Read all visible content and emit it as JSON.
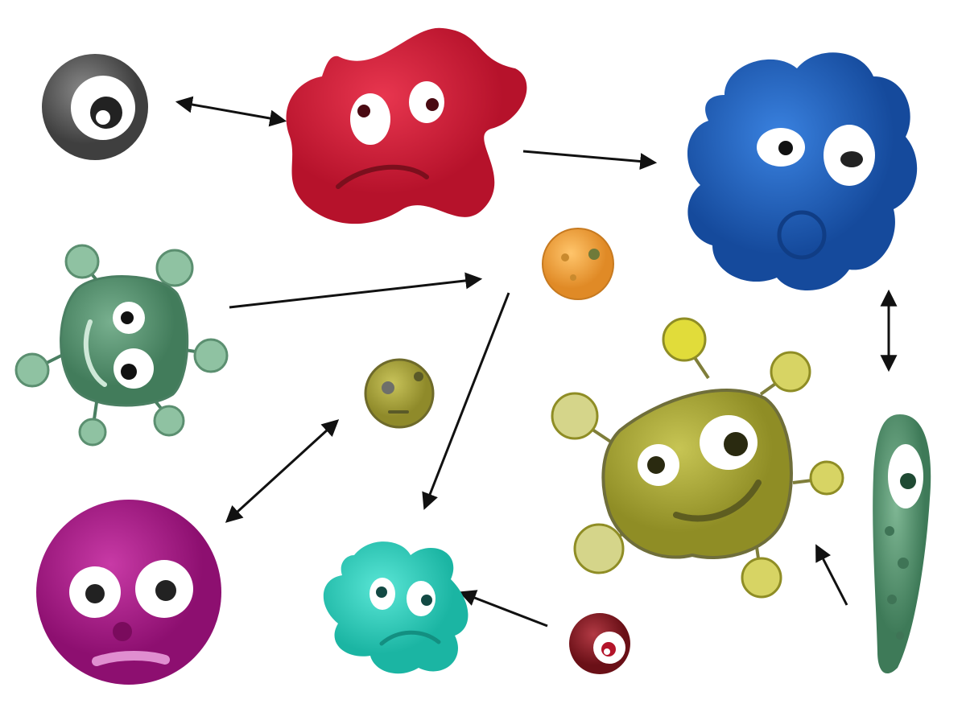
{
  "diagram": {
    "type": "food-web / interaction diagram",
    "nodes": [
      {
        "id": "grey-cell",
        "color": "#5b5b5b",
        "shape": "circle",
        "eyes": 1
      },
      {
        "id": "red-amoeba",
        "color": "#d81e3a",
        "shape": "amoeba",
        "eyes": 2,
        "mouth": "frown"
      },
      {
        "id": "blue-blob",
        "color": "#1f63c5",
        "shape": "scalloped",
        "eyes": 2,
        "mouth": "o"
      },
      {
        "id": "green-virus",
        "color": "#5e9a78",
        "shape": "blob-with-knobs",
        "eyes": 2,
        "mouth": "smile"
      },
      {
        "id": "orange-spore",
        "color": "#f2a640",
        "shape": "circle"
      },
      {
        "id": "olive-spore",
        "color": "#b5b13e",
        "shape": "circle",
        "mouth": "small"
      },
      {
        "id": "magenta-cell",
        "color": "#b0218f",
        "shape": "circle",
        "eyes": 2,
        "mouth": "flat"
      },
      {
        "id": "teal-amoeba",
        "color": "#2fd6c3",
        "shape": "amoeba",
        "eyes": 2,
        "mouth": "frown"
      },
      {
        "id": "dark-red-cell",
        "color": "#8a1f27",
        "shape": "circle",
        "eyes": 1
      },
      {
        "id": "yellow-virus",
        "color": "#b2b13a",
        "shape": "blob-with-knobs",
        "eyes": 2,
        "mouth": "smile"
      },
      {
        "id": "green-paramecium",
        "color": "#5b9a77",
        "shape": "elongated",
        "eyes": 1
      }
    ],
    "edges": [
      {
        "from": "grey-cell",
        "to": "red-amoeba",
        "direction": "both"
      },
      {
        "from": "red-amoeba",
        "to": "blue-blob",
        "direction": "forward"
      },
      {
        "from": "green-virus",
        "to": "orange-spore",
        "direction": "forward"
      },
      {
        "from": "orange-spore",
        "to": "teal-amoeba",
        "direction": "forward"
      },
      {
        "from": "olive-spore",
        "to": "magenta-cell",
        "direction": "both"
      },
      {
        "from": "dark-red-cell",
        "to": "teal-amoeba",
        "direction": "forward"
      },
      {
        "from": "blue-blob",
        "to": "green-paramecium",
        "direction": "both"
      },
      {
        "from": "green-paramecium",
        "to": "yellow-virus",
        "direction": "forward"
      }
    ]
  }
}
